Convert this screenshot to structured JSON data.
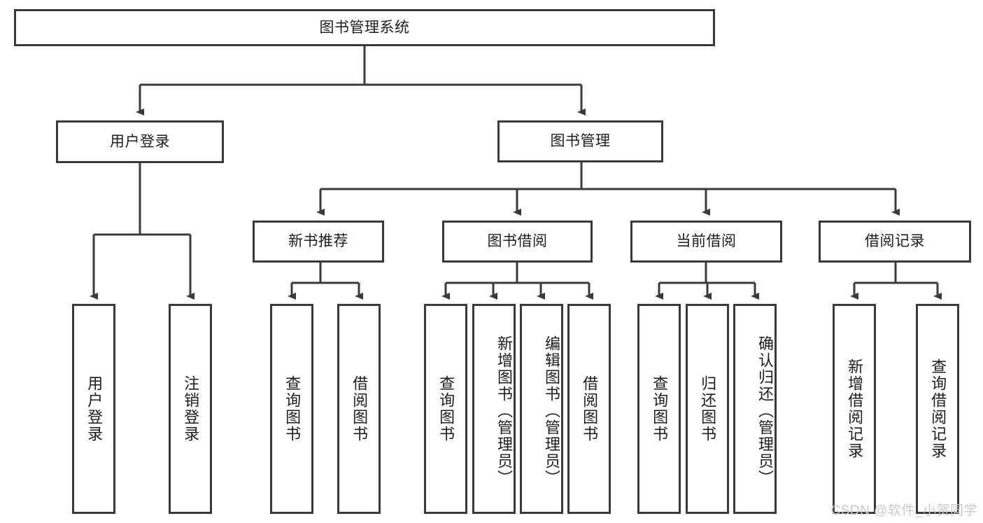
{
  "diagram": {
    "type": "tree",
    "title": "图书管理系统",
    "style": {
      "box_border_color": "#3a3a3a",
      "box_fill": "#ffffff",
      "line_color": "#3a3a3a",
      "text_color": "#1d1d1d",
      "background": "#ffffff"
    },
    "root": {
      "label": "图书管理系统"
    },
    "level2": [
      {
        "label": "用户登录"
      },
      {
        "label": "图书管理"
      }
    ],
    "level3": [
      {
        "label": "新书推荐"
      },
      {
        "label": "图书借阅"
      },
      {
        "label": "当前借阅"
      },
      {
        "label": "借阅记录"
      }
    ],
    "leaves_user_login": [
      {
        "label": "用户登录"
      },
      {
        "label": "注销登录"
      }
    ],
    "leaves_new_book": [
      {
        "label": "查询图书"
      },
      {
        "label": "借阅图书"
      }
    ],
    "leaves_borrow": [
      {
        "label": "查询图书"
      },
      {
        "label": "新增图书（管理员）"
      },
      {
        "label": "编辑图书（管理员）"
      },
      {
        "label": "借阅图书"
      }
    ],
    "leaves_current": [
      {
        "label": "查询图书"
      },
      {
        "label": "归还图书"
      },
      {
        "label": "确认归还（管理员）"
      }
    ],
    "leaves_record": [
      {
        "label": "新增借阅记录"
      },
      {
        "label": "查询借阅记录"
      }
    ]
  },
  "watermark": {
    "text": "CSDN @软件_小贺同学"
  }
}
